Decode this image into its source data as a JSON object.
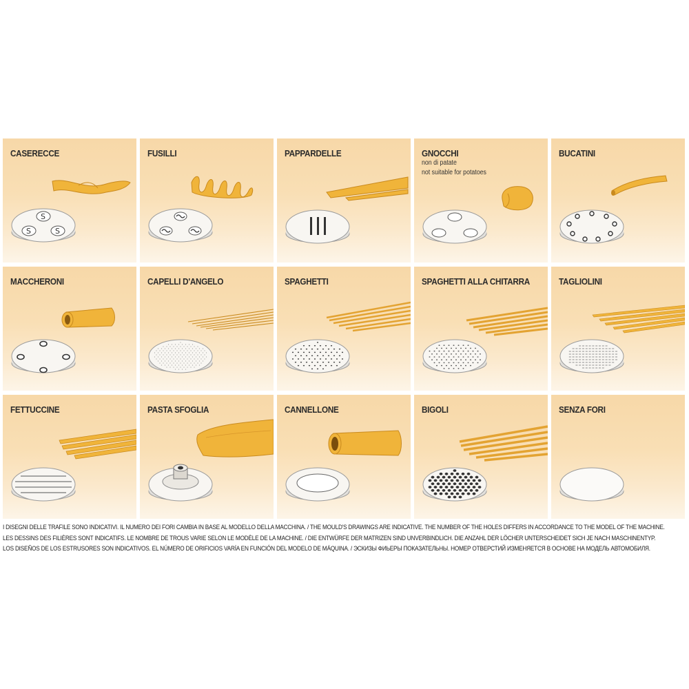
{
  "tiles": [
    {
      "name": "CASERECCE"
    },
    {
      "name": "FUSILLI"
    },
    {
      "name": "PAPPARDELLE"
    },
    {
      "name": "GNOCCHI",
      "note1": "non di patate",
      "note2": "not suitable for potatoes"
    },
    {
      "name": "BUCATINI"
    },
    {
      "name": "MACCHERONI"
    },
    {
      "name": "CAPELLI D'ANGELO"
    },
    {
      "name": "SPAGHETTI"
    },
    {
      "name": "SPAGHETTI ALLA CHITARRA"
    },
    {
      "name": "TAGLIOLINI"
    },
    {
      "name": "FETTUCCINE"
    },
    {
      "name": "PASTA SFOGLIA"
    },
    {
      "name": "CANNELLONE"
    },
    {
      "name": "BIGOLI"
    },
    {
      "name": "SENZA FORI"
    }
  ],
  "footer": {
    "line1": "I DISEGNI DELLE TRAFILE SONO INDICATIVI. IL NUMERO DEI FORI CAMBIA IN BASE AL MODELLO DELLA MACCHINA. / THE MOULD'S DRAWINGS ARE INDICATIVE. THE NUMBER OF THE HOLES DIFFERS IN ACCORDANCE TO THE MODEL OF THE MACHINE.",
    "line2": "LES DESSINS DES FILIÈRES SONT INDICATIFS. LE NOMBRE DE TROUS VARIE SELON LE MODÈLE DE LA MACHINE. /  DIE ENTWÜRFE DER MATRIZEN SIND UNVERBINDLICH. DIE ANZAHL DER LÖCHER UNTERSCHEIDET SICH JE NACH MASCHINENTYP.",
    "line3": "LOS DISEÑOS DE LOS ESTRUSORES SON INDICATIVOS. EL NÚMERO DE ORIFICIOS VARÍA EN FUNCIÓN DEL MODELO DE MÁQUINA. / ЭСКИЗЫ ФИЬЕРЫ ПОКАЗАТЕЛЬНЫ. НОМЕР ОТВЕРСТИЙ ИЗМЕНЯЕТСЯ В ОСНОВЕ НА МОДЕЛЬ АВТОМОБИЛЯ."
  },
  "colors": {
    "pasta": "#f0b43a",
    "pasta_dark": "#c98a1e",
    "disc": "#f8f6f2",
    "disc_edge": "#9a9a9a",
    "hole": "#444444"
  }
}
